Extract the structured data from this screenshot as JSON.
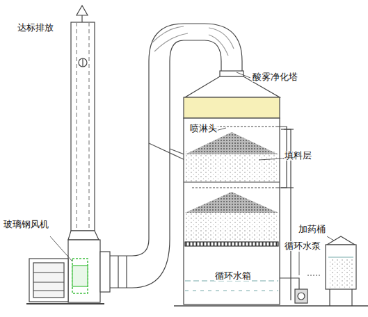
{
  "diagram": {
    "labels": [
      "达标排放",
      "酸雾净化塔",
      "喷淋头",
      "填料层",
      "玻璃钢风机",
      "加药桶",
      "循环水泵",
      "循环水箱"
    ]
  }
}
